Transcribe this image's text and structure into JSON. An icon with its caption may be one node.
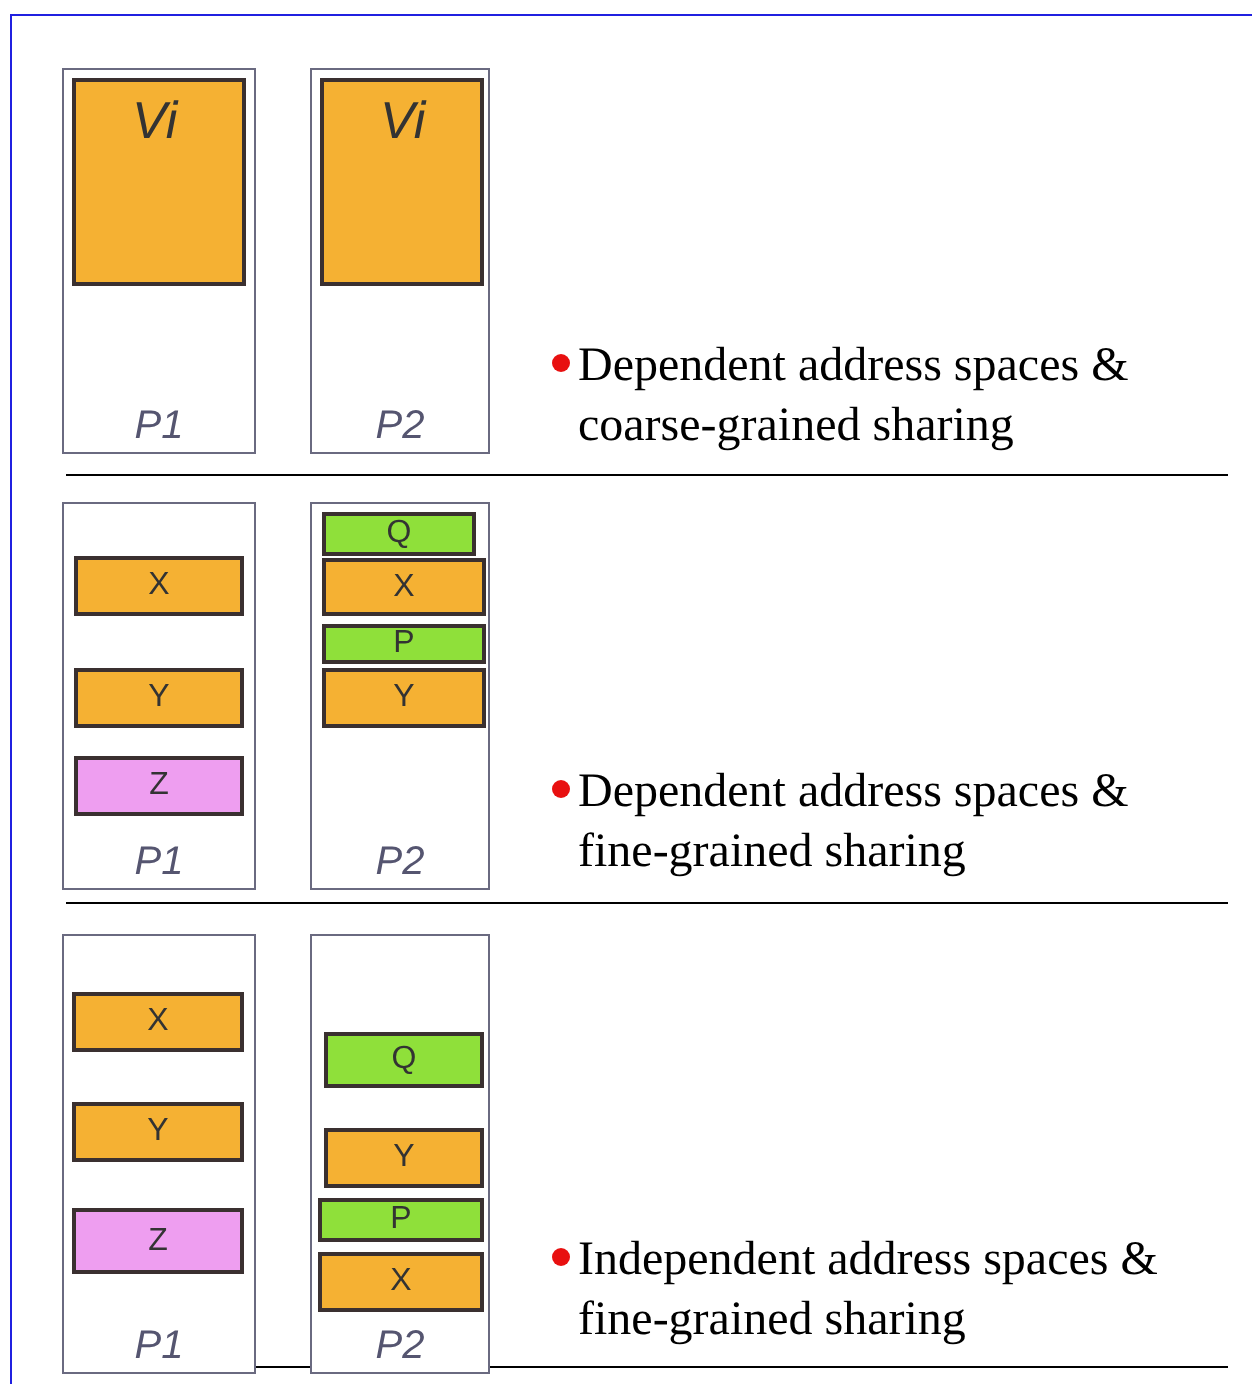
{
  "diagram": {
    "nodes": [
      {
        "text": [
          "P1"
        ]
      },
      {
        "text": [
          "Vi"
        ],
        "in": 0
      },
      {
        "text": [
          "P2"
        ]
      },
      {
        "text": [
          "Vi"
        ],
        "in": 2
      },
      {
        "text": [
          "P1"
        ]
      },
      {
        "text": [
          "X"
        ],
        "in": 4
      },
      {
        "text": [
          "Y"
        ],
        "in": 4
      },
      {
        "text": [
          "Z"
        ],
        "in": 4
      },
      {
        "text": [
          "P2"
        ]
      },
      {
        "text": [
          "Q"
        ],
        "in": 8
      },
      {
        "text": [
          "X"
        ],
        "in": 8
      },
      {
        "text": [
          "P"
        ],
        "in": 8
      },
      {
        "text": [
          "Y"
        ],
        "in": 8
      },
      {
        "text": [
          "P1"
        ]
      },
      {
        "text": [
          "X"
        ],
        "in": 13
      },
      {
        "text": [
          "Y"
        ],
        "in": 13
      },
      {
        "text": [
          "Z"
        ],
        "in": 13
      },
      {
        "text": [
          "P2"
        ]
      },
      {
        "text": [
          "Q"
        ],
        "in": 17
      },
      {
        "text": [
          "Y"
        ],
        "in": 17
      },
      {
        "text": [
          "P"
        ],
        "in": 17
      },
      {
        "text": [
          "X"
        ],
        "in": 17
      }
    ],
    "labels": [
      "Dependent address spaces & coarse-grained sharing",
      "Dependent address spaces & fine-grained sharing",
      "Independent address spaces & fine-grained sharing"
    ]
  }
}
